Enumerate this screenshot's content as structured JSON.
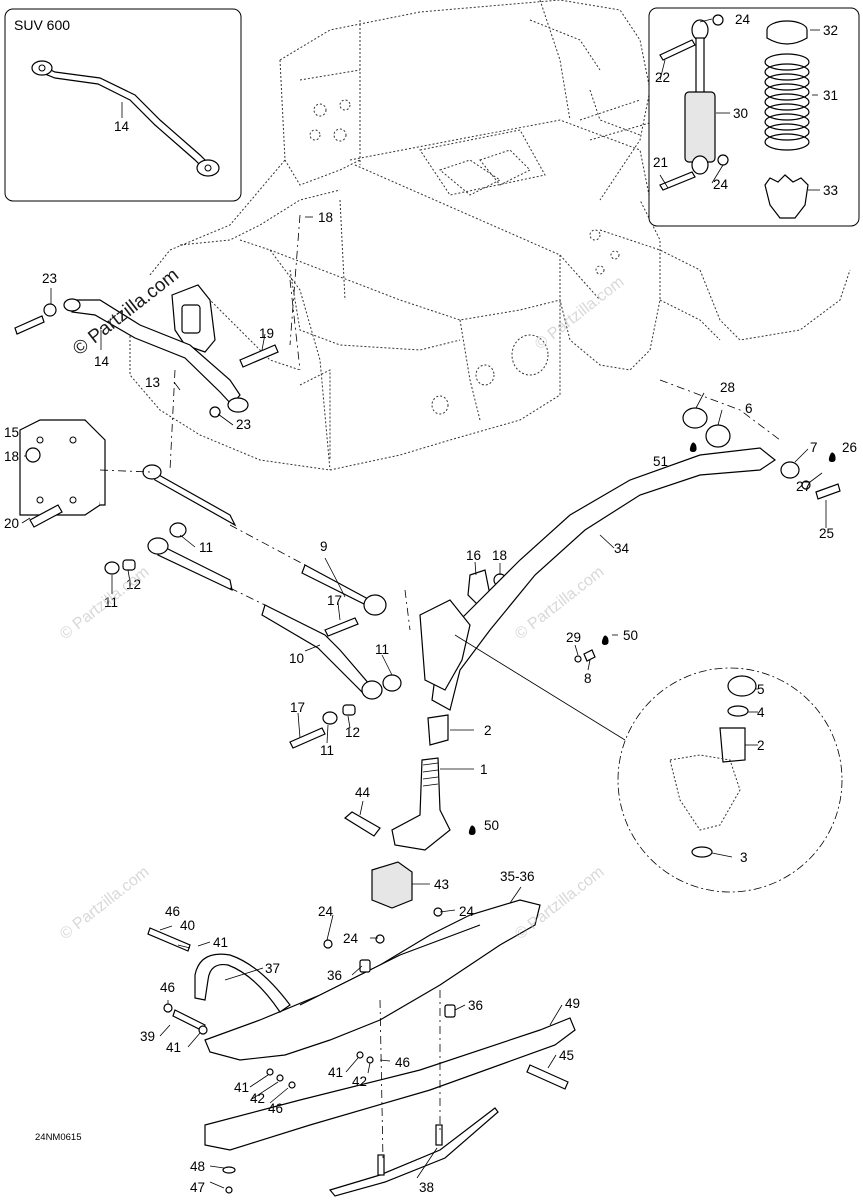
{
  "diagram": {
    "inset_model": "SUV 600",
    "drawing_code": "24NM0615",
    "watermarks": [
      "© Partzilla.com"
    ],
    "callouts": [
      "1",
      "2",
      "3",
      "4",
      "5",
      "6",
      "7",
      "8",
      "9",
      "10",
      "11",
      "12",
      "13",
      "14",
      "15",
      "16",
      "17",
      "18",
      "19",
      "20",
      "21",
      "22",
      "23",
      "24",
      "25",
      "26",
      "27",
      "28",
      "29",
      "30",
      "31",
      "32",
      "33",
      "34",
      "35-36",
      "36",
      "37",
      "38",
      "39",
      "40",
      "41",
      "42",
      "43",
      "44",
      "45",
      "46",
      "47",
      "48",
      "49",
      "50",
      "51"
    ]
  }
}
